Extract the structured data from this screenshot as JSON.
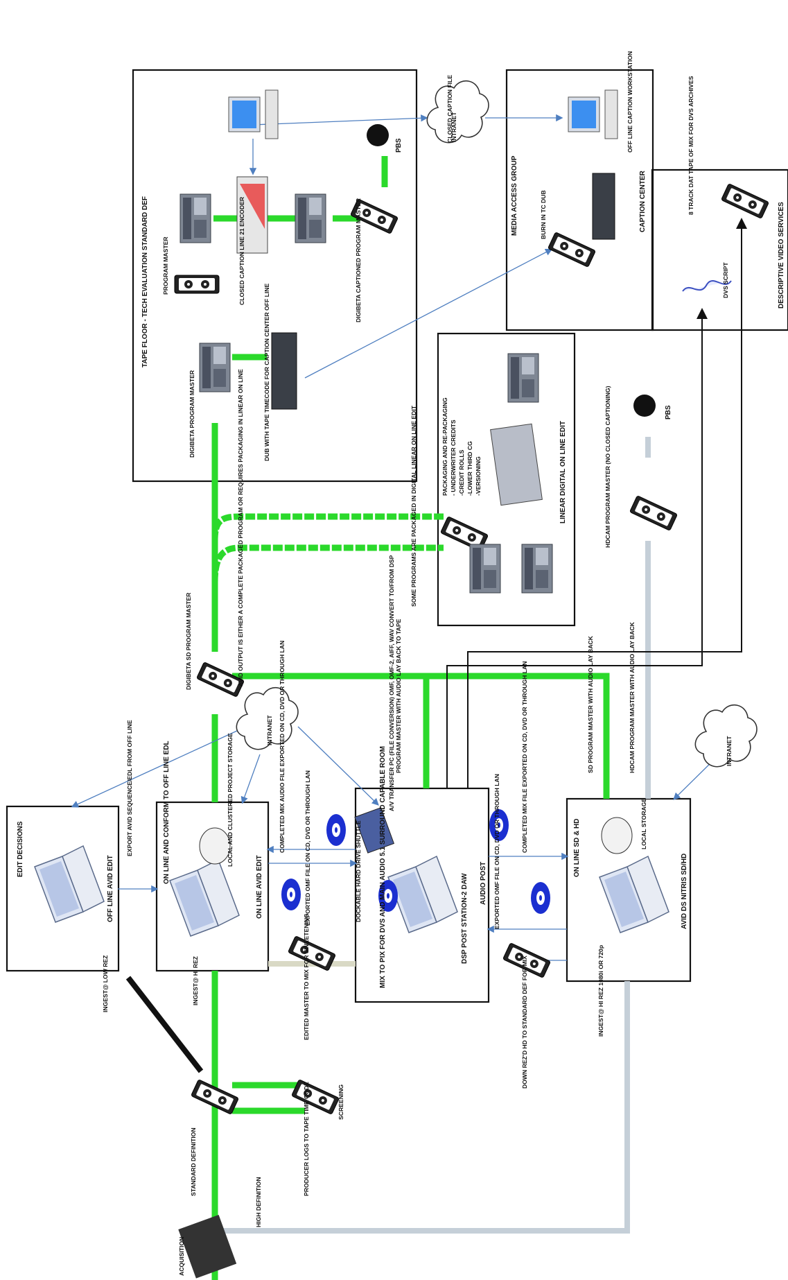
{
  "colors": {
    "green_flow": "#2bd92b",
    "gray_flow": "#c5cfd8",
    "thin_link": "#4f7fc0",
    "box_border": "#111111",
    "disc_blue": "#1b2fd0"
  },
  "sections": {
    "tape_floor": "TAPE FLOOR - TECH EVALUATION  STANDARD DEF",
    "media_access": "MEDIA ACCESS GROUP",
    "caption_center": "CAPTION CENTER",
    "dvs": "DESCRIPTIVE VIDEO SERVICES",
    "linear_edit": "LINEAR DIGITAL ON LINE EDIT",
    "offline_edit": "OFF LINE AVID EDIT",
    "edit_decisions": "EDIT DECISIONS",
    "online_edit": "ON LINE AVID EDIT",
    "audio_post": "AUDIO POST",
    "dsp_station": "DSP POST STATION-2 DAW",
    "avid_ds": "AVID DS NITRIS SD/HD"
  },
  "labels": {
    "closed_caption_file": "CLOSED CAPTION FILE",
    "intranet": "INTRANET",
    "offline_caption_ws": "OFF LINE CAPTION WORKSTATION",
    "pbs": "PBS",
    "program_master": "PROGRAM MASTER",
    "cc_encoder": "CLOSED CAPTION LINE 21 ENCODER",
    "digibeta_captioned": "DIGIBETA CAPTIONED PROGRAM MASTER",
    "burn_in": "BURN IN TC DUB",
    "dat_tape": "8 TRACK DAT TAPE OF MIX FOR DVS ARCHIVES",
    "dvs_script": "DVS SCRIPT",
    "digibeta_program_master": "DIGIBETA PROGRAM MASTER",
    "dub_with_tape": "DUB WITH TAPE TIMECODE FOR CAPTION CENTER OFF LINE",
    "packaging": "PACKAGING AND RE-PACKAGING",
    "pk1": "- UNDERWRITER  CREDITS",
    "pk2": "-CREDIT ROLLS",
    "pk3": "-LOWER THIRD CG",
    "pk4": "-VERSIONING",
    "some_programs": "SOME PROGRAMS ARE PACKAGED IN DIGITAL LINEAR ON LINE EDIT",
    "hdcam_master": "HDCAM PROGRAM MASTER (NO CLOSED CAPTIONING)",
    "digibeta_sd": "DIGIBETA SD PROGRAM MASTER",
    "avid_output": "AVID OUTPUT IS EITHER A COMPLETE PACKAGED PROGRAM OR REQUIRES PACKAGING IN LINEAR ON LINE",
    "program_master_audio": "PROGRAM MASTER WITH AUDIO LAY BACK TO TAPE",
    "sd_master_audio": "SD PROGRAM MASTER WITH AUDIO LAY BACK",
    "hdcam_master_audio": "HDCAM PROGRAM MASTER WITH AUDIO LAY BACK",
    "export_avid": "EXPORT AVID SEQUENCE/EDL FROM OFF LINE",
    "online_conform": "ON LINE AND CONFORM TO OFF LINE EDL",
    "local_clustered": "LOCAL AND CLUSTERED PROJECT STORAGE",
    "completed_mix_online": "COMPLETED MIX AUDIO FILE EXPORTED ON CD, DVD OR THROUGH LAN",
    "exported_omf_online": "EXPORTED OMF FILE ON CD, DVD OR THROUGH LAN",
    "av_transfer": "A/V TRANSFER PC (FILE CONVERSION) OMF, OMF-2, AIFF, WAV CONVERT TO/FROM DSP",
    "dockable": "DOCKABLE HARD DRIVE SHUTTLE",
    "mix_to_pix": "MIX TO PIX FOR DVS AND MAIN AUDIO 5.1 SURROUND CAPABLE ROOM",
    "completed_mix_ds": "COMPLETED MIX FILE EXPORTED ON CD, DVD OR THROUGH LAN",
    "exported_omf_ds": "EXPORTED OMF FILE ON CD, DVD OR THROUGH LAN",
    "online_sd_hd": "ON LINE SD & HD",
    "local_storage": "LOCAL STORAGE",
    "ingest_low": "INGEST@ LOW REZ",
    "ingest_hi": "INGEST@ HI REZ",
    "edited_master": "EDITED MASTER TO MIX FOR SWEETENING",
    "ingest_hd": "INGEST@ HI REZ 1080i OR 720p",
    "down_rez": "DOWN REZ'D HD TO STANDARD DEF FOR MIX",
    "screening": "SCREENING",
    "producer_logs": "PRODUCER LOGS TO TAPE TIME CODE",
    "standard_def": "STANDARD DEFINITION",
    "high_def": "HIGH DEFINITION",
    "acquisition": "ACQUISITION"
  }
}
